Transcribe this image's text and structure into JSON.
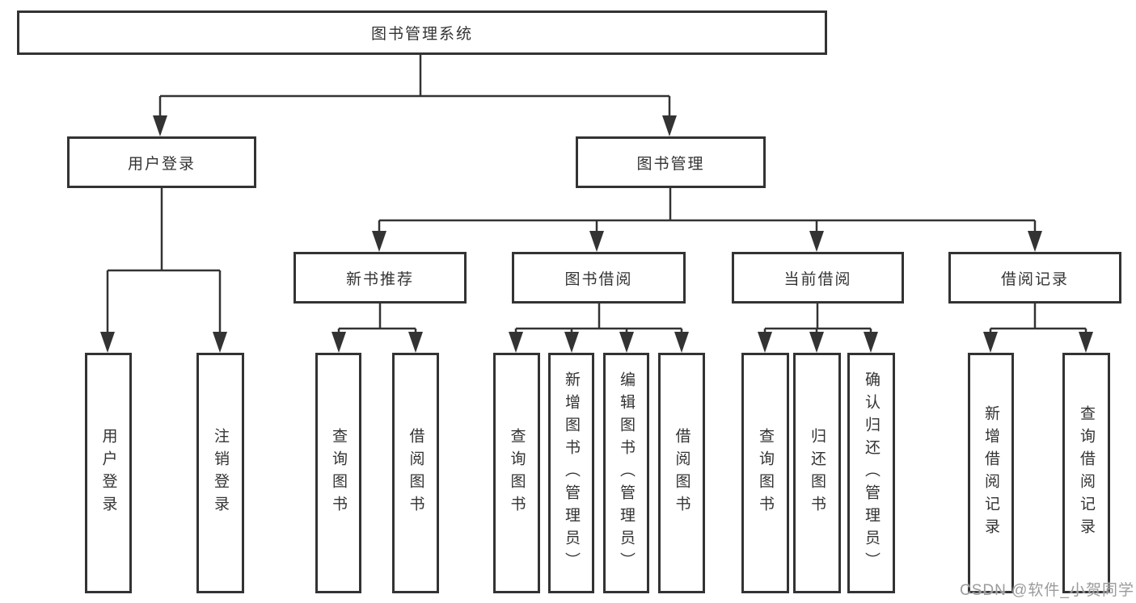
{
  "diagram": {
    "root": "图书管理系统",
    "branches": [
      {
        "label": "用户登录",
        "children": [
          "用户登录",
          "注销登录"
        ]
      },
      {
        "label": "图书管理",
        "groups": [
          {
            "label": "新书推荐",
            "children": [
              "查询图书",
              "借阅图书"
            ]
          },
          {
            "label": "图书借阅",
            "children": [
              "查询图书",
              "新增图书（管理员）",
              "编辑图书（管理员）",
              "借阅图书"
            ]
          },
          {
            "label": "当前借阅",
            "children": [
              "查询图书",
              "归还图书",
              "确认归还（管理员）"
            ]
          },
          {
            "label": "借阅记录",
            "children": [
              "新增借阅记录",
              "查询借阅记录"
            ]
          }
        ]
      }
    ]
  },
  "watermark": {
    "text": "CSDN @软件_小贺同学"
  },
  "colors": {
    "line": "#333333",
    "box_border": "#333333",
    "box_fill": "#ffffff",
    "text": "#333333",
    "background": "#ffffff",
    "watermark": "#9b9b9b"
  }
}
